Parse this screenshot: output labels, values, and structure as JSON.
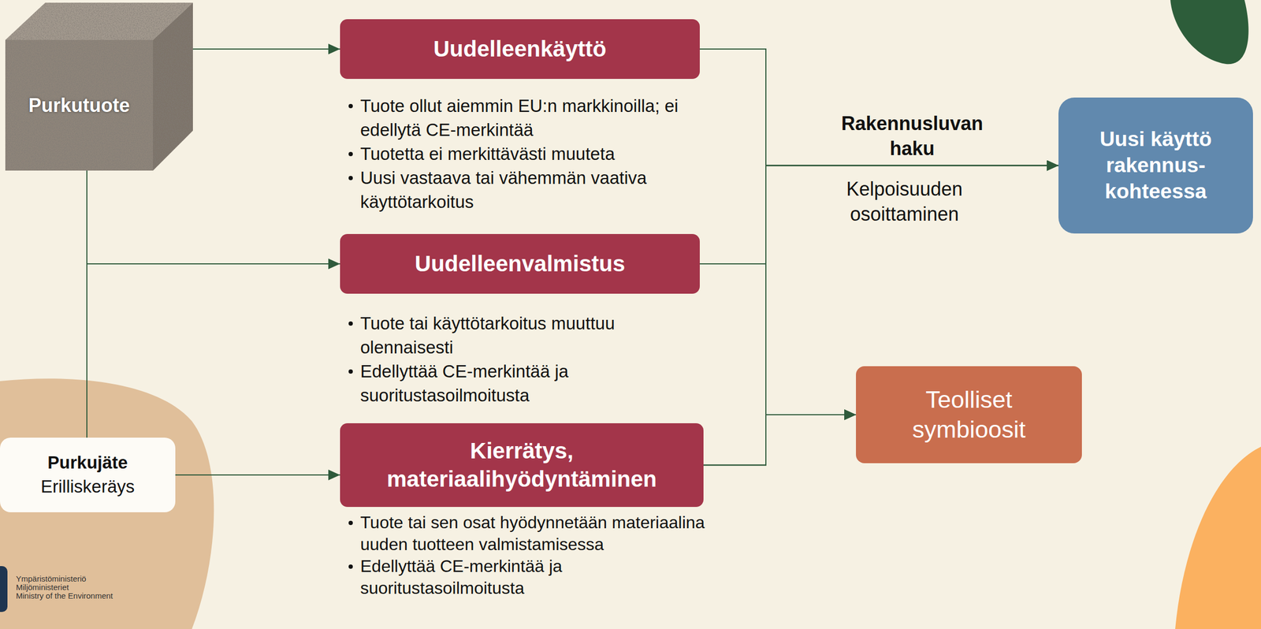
{
  "diagram": {
    "nodes": [
      {
        "text": [
          "Purkutuote"
        ]
      },
      {
        "text": [
          "Uudelleenkäyttö"
        ]
      },
      {
        "text": [
          "Uudelleenvalmistus"
        ]
      },
      {
        "text": [
          "Purkujäte",
          "Erilliskeräys"
        ]
      },
      {
        "text": [
          "Kierrätys, materiaalihyödyntäminen"
        ]
      },
      {
        "text": [
          "Uusi käyttö rakennus- kohteessa"
        ]
      },
      {
        "text": [
          "Teolliset symbioosit"
        ]
      }
    ],
    "edges": [
      {
        "from": 0,
        "to": 1,
        "arrow": "to"
      },
      {
        "from": 0,
        "to": 2,
        "arrow": "to"
      },
      {
        "from": 0,
        "to": 3,
        "arrow": "none"
      },
      {
        "from": 3,
        "to": 4,
        "arrow": "to"
      },
      {
        "from": 1,
        "to": 5,
        "arrow": "to",
        "label": "Rakennusluvan haku"
      },
      {
        "from": 2,
        "to": 5,
        "arrow": "to"
      },
      {
        "from": 4,
        "to": 5,
        "arrow": "to"
      },
      {
        "from": 1,
        "to": 6,
        "arrow": "to"
      },
      {
        "from": 2,
        "to": 6,
        "arrow": "to"
      },
      {
        "from": 4,
        "to": 6,
        "arrow": "to"
      }
    ],
    "labels": [
      "Tuote ollut aiemmin EU:n markkinoilla; ei edellytä CE-merkintää",
      "Tuotetta ei merkittävästi muuteta",
      "Uusi vastaava tai vähemmän vaativa käyttötarkoitus",
      "Tuote tai käyttötarkoitus muuttuu olennaisesti",
      "Edellyttää CE-merkintää ja suoritustasoilmoitusta",
      "Tuote tai sen osat hyödynnetään materiaalina uuden tuotteen valmistamisessa",
      "Edellyttää CE-merkintää ja suoritustasoilmoitusta",
      "Kelpoisuuden osoittaminen",
      "Ympäristöministeriö",
      "Miljöministeriet",
      "Ministry of the Environment"
    ]
  }
}
